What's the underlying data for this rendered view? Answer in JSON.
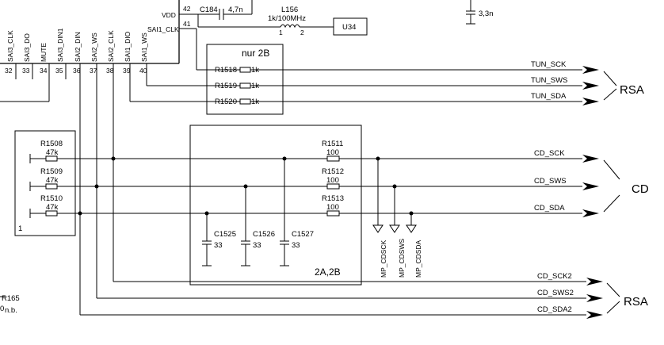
{
  "ic": {
    "vdd_label": "VDD",
    "pin_42": "42",
    "pin_41": "41",
    "sai1_clk": "SAI1_CLK",
    "pin_labels": [
      "SAI3_CLK",
      "SAI3_DO",
      "MUTE",
      "SAI3_DIN1",
      "SAI2_DIN",
      "SAI2_WS",
      "SAI2_CLK",
      "SAI1_DIO",
      "SAI1_WS"
    ],
    "pin_numbers": [
      "32",
      "33",
      "34",
      "35",
      "36",
      "37",
      "38",
      "39",
      "40"
    ]
  },
  "top": {
    "c184": "C184",
    "c184_val": "4,7n",
    "l156": "L156",
    "l156_val": "1k/100MHz",
    "l156_pin1": "1",
    "l156_pin2": "2",
    "u34": "U34",
    "cap_top_right_val": "3,3n"
  },
  "nur2b": {
    "title": "nur 2B",
    "resistors": [
      {
        "ref": "R1518",
        "val": "1k"
      },
      {
        "ref": "R1519",
        "val": "1k"
      },
      {
        "ref": "R1520",
        "val": "1k"
      }
    ]
  },
  "left_box": {
    "label": "1",
    "resistors": [
      {
        "ref": "R1508",
        "val": "47k"
      },
      {
        "ref": "R1509",
        "val": "47k"
      },
      {
        "ref": "R1510",
        "val": "47k"
      }
    ]
  },
  "box2": {
    "label": "2A,2B",
    "resistors": [
      {
        "ref": "R1511",
        "val": "100"
      },
      {
        "ref": "R1512",
        "val": "100"
      },
      {
        "ref": "R1513",
        "val": "100"
      }
    ],
    "caps": [
      {
        "ref": "C1525",
        "val": "33"
      },
      {
        "ref": "C1526",
        "val": "33"
      },
      {
        "ref": "C1527",
        "val": "33"
      }
    ]
  },
  "test_points": [
    "MP_CDSCK",
    "MP_CDSWS",
    "MP_CDSDA"
  ],
  "nets": {
    "tun": [
      "TUN_SCK",
      "TUN_SWS",
      "TUN_SDA"
    ],
    "cd": [
      "CD_SCK",
      "CD_SWS",
      "CD_SDA"
    ],
    "cd2": [
      "CD_SCK2",
      "CD_SWS2",
      "CD_SDA2"
    ]
  },
  "destinations": {
    "rsa_top": "RSA",
    "cd": "CD",
    "rsa_bottom": "RSA"
  },
  "misc": {
    "r165": "R165",
    "nb": "n.b.",
    "zero": "0"
  }
}
